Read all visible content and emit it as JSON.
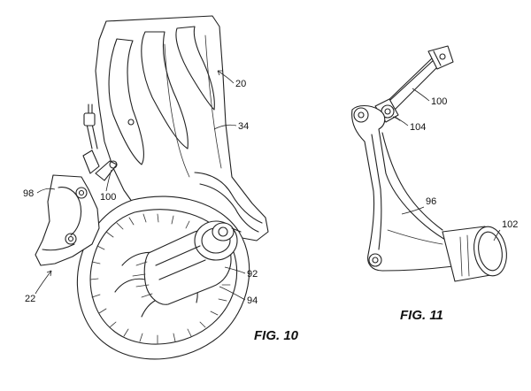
{
  "figures": [
    {
      "id": "fig10",
      "label": "FIG. 10",
      "reference_numerals": [
        "20",
        "34",
        "98",
        "100",
        "22",
        "92",
        "94"
      ]
    },
    {
      "id": "fig11",
      "label": "FIG. 11",
      "reference_numerals": [
        "100",
        "104",
        "96",
        "102"
      ]
    }
  ]
}
